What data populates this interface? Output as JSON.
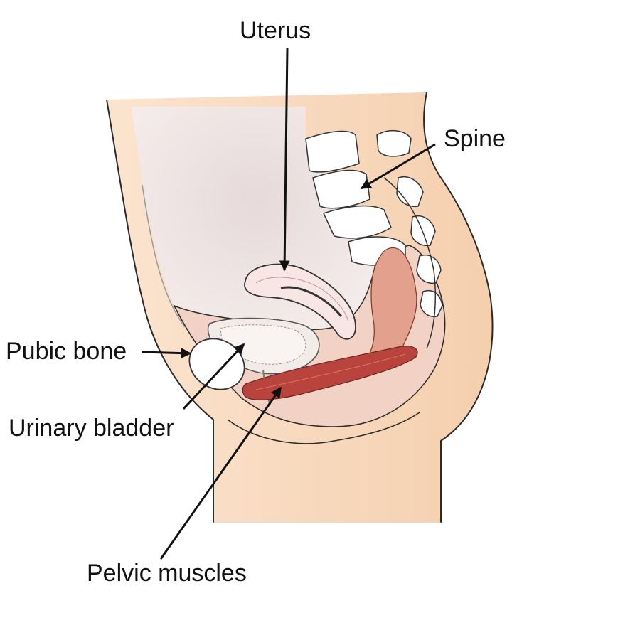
{
  "labels": {
    "uterus": "Uterus",
    "spine": "Spine",
    "pubic_bone": "Pubic bone",
    "urinary_bladder": "Urinary bladder",
    "pelvic_muscles": "Pelvic muscles"
  },
  "colors": {
    "skin": "#f7d9bf",
    "skin_outline": "#2a2a2a",
    "cavity": "#ece0e0",
    "tissue": "#f3d2c6",
    "bone": "#ffffff",
    "muscle": "#b9443e",
    "rectum": "#e3a08c",
    "bladder_fill": "#f1ece8",
    "arrow": "#111111"
  }
}
